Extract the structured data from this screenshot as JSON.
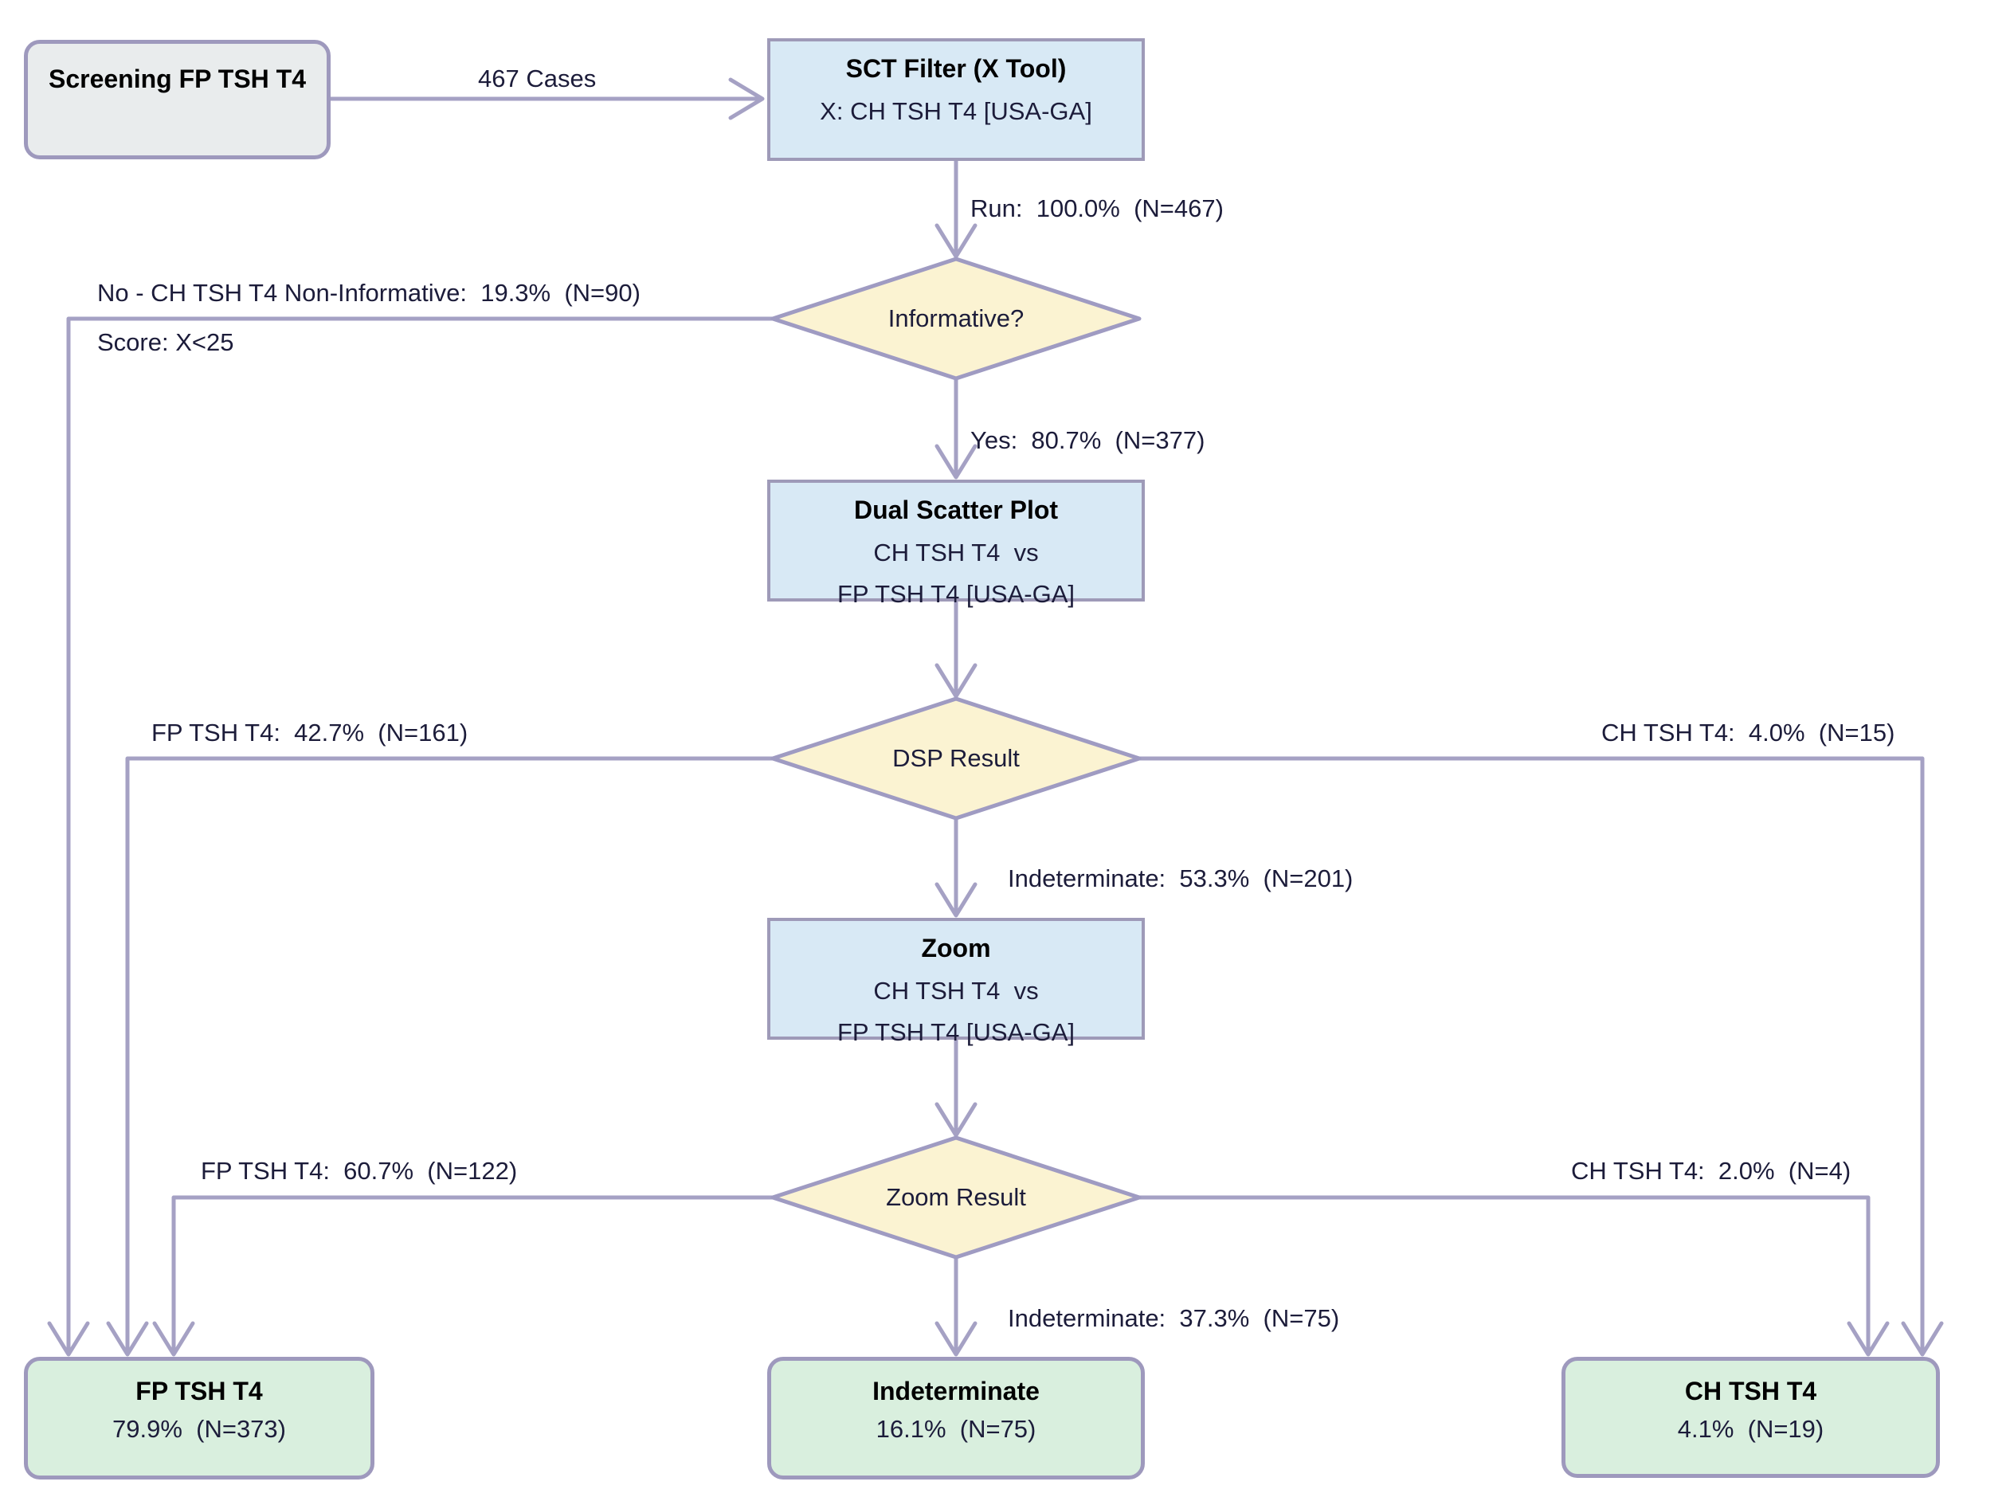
{
  "diagram": {
    "nodes": {
      "start": {
        "title": "Screening FP TSH T4"
      },
      "sct_filter": {
        "title": "SCT Filter (X Tool)",
        "subtitle": "X: CH TSH T4 [USA-GA]"
      },
      "informative": {
        "label": "Informative?"
      },
      "dual_scatter": {
        "title": "Dual Scatter Plot",
        "line2": "CH TSH T4  vs",
        "line3": "FP TSH T4 [USA-GA]"
      },
      "dsp_result": {
        "label": "DSP Result"
      },
      "zoom": {
        "title": "Zoom",
        "line2": "CH TSH T4  vs",
        "line3": "FP TSH T4 [USA-GA]"
      },
      "zoom_result": {
        "label": "Zoom Result"
      },
      "fp_final": {
        "title": "FP TSH T4",
        "stat": "79.9%  (N=373)"
      },
      "indeterminate_final": {
        "title": "Indeterminate",
        "stat": "16.1%  (N=75)"
      },
      "ch_final": {
        "title": "CH TSH T4",
        "stat": "4.1%  (N=19)"
      }
    },
    "edges": {
      "cases": "467 Cases",
      "run": "Run:  100.0%  (N=467)",
      "no_line1": "No - CH TSH T4 Non-Informative:  19.3%  (N=90)",
      "no_line2": "Score: X<25",
      "yes": "Yes:  80.7%  (N=377)",
      "dsp_fp": "FP TSH T4:  42.7%  (N=161)",
      "dsp_ch": "CH TSH T4:  4.0%  (N=15)",
      "dsp_ind": "Indeterminate:  53.3%  (N=201)",
      "zoom_fp": "FP TSH T4:  60.7%  (N=122)",
      "zoom_ch": "CH TSH T4:  2.0%  (N=4)",
      "zoom_ind": "Indeterminate:  37.3%  (N=75)"
    },
    "colors": {
      "connector": "#a5a1c4",
      "gray_fill": "#e9eced",
      "blue_fill": "#d8e9f5",
      "yellow_fill": "#fbf3d2",
      "green_fill": "#d9efde",
      "border": "#9e99bd",
      "label_text": "#1c1c3a",
      "title_text": "#000000"
    }
  }
}
